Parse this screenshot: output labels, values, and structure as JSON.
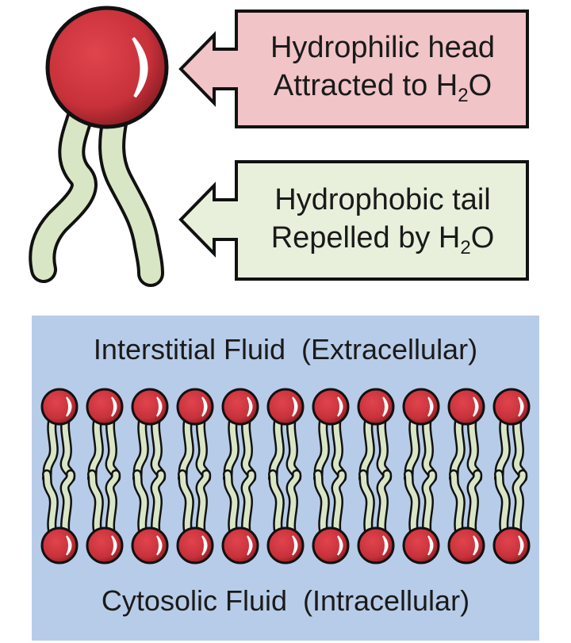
{
  "phospholipid": {
    "head": {
      "line1": "Hydrophilic head",
      "line2_prefix": "Attracted to H",
      "line2_sub": "2",
      "line2_suffix": "O"
    },
    "tail": {
      "line1": "Hydrophobic tail",
      "line2_prefix": "Repelled by H",
      "line2_sub": "2",
      "line2_suffix": "O"
    }
  },
  "bilayer": {
    "top_label": "Interstitial Fluid  (Extracellular)",
    "bottom_label": "Cytosolic Fluid  (Intracellular)",
    "lipids_per_leaflet": 11
  },
  "colors": {
    "head": "#c8313a",
    "head_dark": "#8e1d24",
    "tail": "#d9e6c6",
    "head_box": "#f1c4c7",
    "tail_box": "#e8f0dc",
    "fluid": "#b7cce8",
    "outline": "#111111"
  }
}
